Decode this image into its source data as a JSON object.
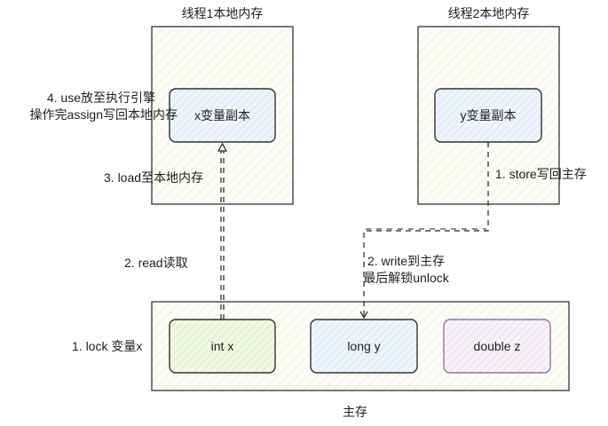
{
  "thread1": {
    "title": "线程1本地内存",
    "copy_box": "x变量副本"
  },
  "thread2": {
    "title": "线程2本地内存",
    "copy_box": "y变量副本"
  },
  "main_memory": {
    "title": "主存",
    "variables": [
      {
        "label": "int x",
        "fill": "#e6f2cf",
        "stroke": "#333333"
      },
      {
        "label": "long y",
        "fill": "#e3eefb",
        "stroke": "#333333"
      },
      {
        "label": "double z",
        "fill": "#efe6f3",
        "stroke": "#9673a6"
      }
    ]
  },
  "steps": {
    "lock": "1. lock 变量x",
    "read": "2. read读取",
    "load": "3. load至本地内存",
    "use_line1": "4. use放至执行引擎",
    "use_line2": "操作完assign写回本地内存",
    "store": "1. store写回主存",
    "write_line1": "2. write到主存",
    "write_line2": "最后解锁unlock"
  },
  "colors": {
    "container_fill": "#fbfbf3",
    "copy_fill": "#e3eefb",
    "stroke": "#333333"
  }
}
